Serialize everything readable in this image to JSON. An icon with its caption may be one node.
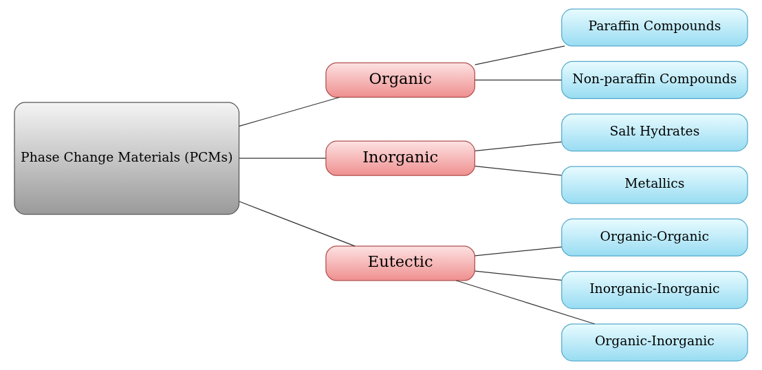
{
  "diagram": {
    "nodes": [
      {
        "text": [
          "Phase Change Materials (PCMs)"
        ]
      },
      {
        "text": [
          "Organic"
        ]
      },
      {
        "text": [
          "Inorganic"
        ]
      },
      {
        "text": [
          "Eutectic"
        ]
      },
      {
        "text": [
          "Paraffin Compounds"
        ]
      },
      {
        "text": [
          "Non-paraffin Compounds"
        ]
      },
      {
        "text": [
          "Salt Hydrates"
        ]
      },
      {
        "text": [
          "Metallics"
        ]
      },
      {
        "text": [
          "Organic-Organic"
        ]
      },
      {
        "text": [
          "Inorganic-Inorganic"
        ]
      },
      {
        "text": [
          "Organic-Inorganic"
        ]
      }
    ],
    "edges": [
      {
        "from": 0,
        "to": 1,
        "arrow": "none"
      },
      {
        "from": 0,
        "to": 2,
        "arrow": "none"
      },
      {
        "from": 0,
        "to": 3,
        "arrow": "none"
      },
      {
        "from": 1,
        "to": 4,
        "arrow": "none"
      },
      {
        "from": 1,
        "to": 5,
        "arrow": "none"
      },
      {
        "from": 2,
        "to": 6,
        "arrow": "none"
      },
      {
        "from": 2,
        "to": 7,
        "arrow": "none"
      },
      {
        "from": 3,
        "to": 8,
        "arrow": "none"
      },
      {
        "from": 3,
        "to": 9,
        "arrow": "none"
      },
      {
        "from": 3,
        "to": 10,
        "arrow": "none"
      }
    ]
  }
}
